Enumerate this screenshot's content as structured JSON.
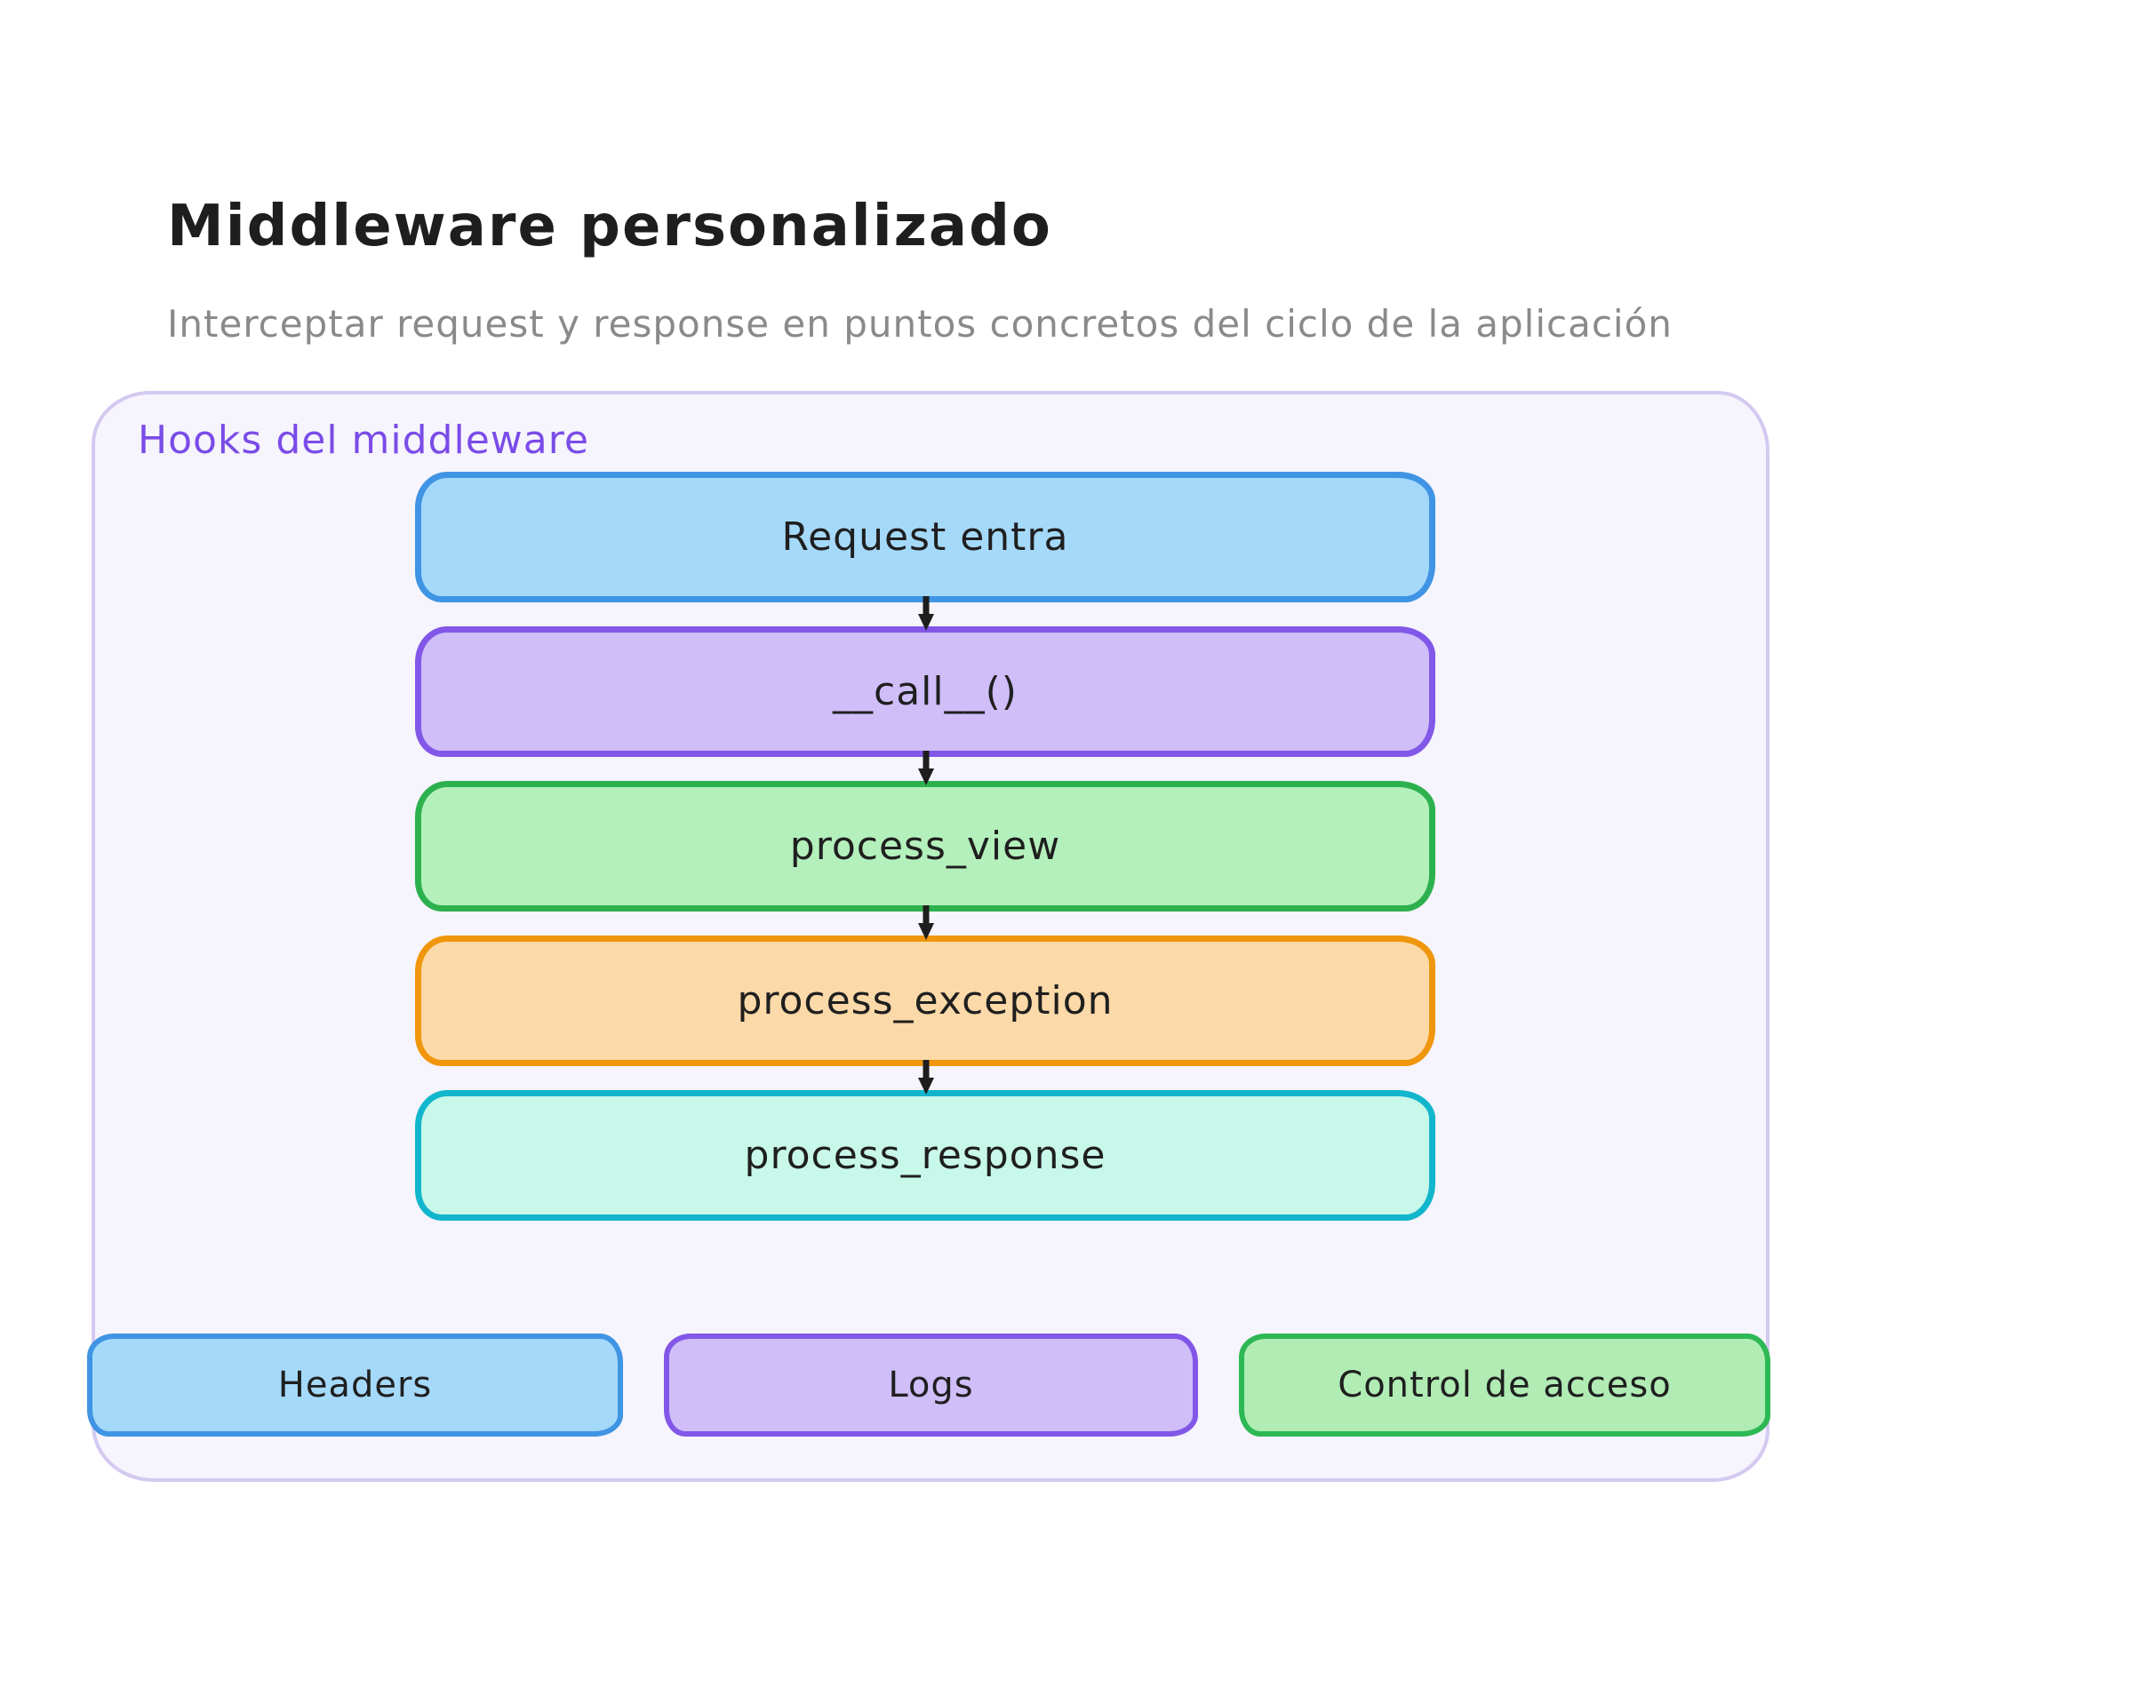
{
  "page": {
    "title": "Middleware personalizado",
    "subtitle": "Interceptar request y response en puntos concretos del ciclo de la aplicación",
    "background": "#ffffff",
    "title_color": "#1e1e1e",
    "subtitle_color": "#8a8a8a"
  },
  "panel": {
    "label": "Hooks del middleware",
    "label_color": "#7a4ce8",
    "fill": "#f6f4fc",
    "stroke": "#d4c9f1"
  },
  "flow": {
    "arrow_color": "#1e1e1e",
    "nodes": [
      {
        "label": "Request entra",
        "fill": "#a5d9fa",
        "stroke": "#4094e4"
      },
      {
        "label": "__call__()",
        "fill": "#cfbef8",
        "stroke": "#8257e8"
      },
      {
        "label": "process_view",
        "fill": "#b4f0bc",
        "stroke": "#2db14e"
      },
      {
        "label": "process_exception",
        "fill": "#fcd9a8",
        "stroke": "#f0960c"
      },
      {
        "label": "process_response",
        "fill": "#c8f8ea",
        "stroke": "#12b6cc"
      }
    ]
  },
  "tags": [
    {
      "label": "Headers",
      "fill": "#a5d9fa",
      "stroke": "#4094e4"
    },
    {
      "label": "Logs",
      "fill": "#cfbef8",
      "stroke": "#8257e8"
    },
    {
      "label": "Control de acceso",
      "fill": "#b0ecb4",
      "stroke": "#2db855"
    }
  ]
}
